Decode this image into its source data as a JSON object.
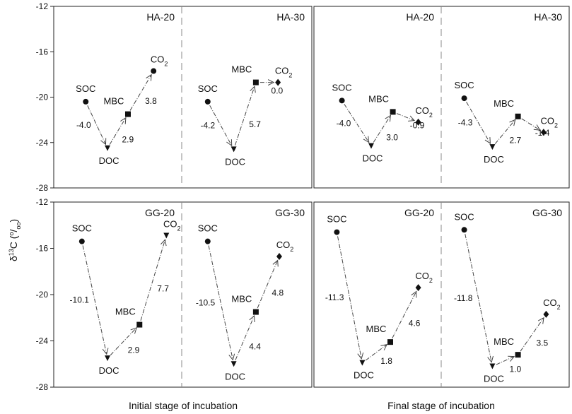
{
  "figure": {
    "y_axis_label": "δ13C (‰)",
    "x_labels": [
      "Initial stage of incubation",
      "Final stage of incubation"
    ],
    "y_ticks": [
      "-12",
      "-16",
      "-20",
      "-24",
      "-28"
    ]
  },
  "chart_data": [
    {
      "type": "scatter",
      "row": "HA",
      "stage": "Initial stage of incubation",
      "ylim": [
        -28,
        -12
      ],
      "grid": false,
      "legend": "none",
      "panels": [
        {
          "title": "HA-20",
          "nodes": [
            {
              "label": "SOC",
              "y": -20.4,
              "marker": "circle"
            },
            {
              "label": "DOC",
              "y": -24.5,
              "marker": "triangle-down"
            },
            {
              "label": "MBC",
              "y": -21.5,
              "marker": "square"
            },
            {
              "label": "CO2",
              "y": -17.7,
              "marker": "circle"
            }
          ],
          "arrows": [
            {
              "from": "SOC",
              "to": "DOC",
              "value": "-4.0"
            },
            {
              "from": "DOC",
              "to": "MBC",
              "value": "2.9"
            },
            {
              "from": "MBC",
              "to": "CO2",
              "value": "3.8"
            }
          ]
        },
        {
          "title": "HA-30",
          "nodes": [
            {
              "label": "SOC",
              "y": -20.4,
              "marker": "circle"
            },
            {
              "label": "DOC",
              "y": -24.6,
              "marker": "triangle-down"
            },
            {
              "label": "MBC",
              "y": -18.7,
              "marker": "square"
            },
            {
              "label": "CO2",
              "y": -18.7,
              "marker": "diamond"
            }
          ],
          "arrows": [
            {
              "from": "SOC",
              "to": "DOC",
              "value": "-4.2"
            },
            {
              "from": "DOC",
              "to": "MBC",
              "value": "5.7"
            },
            {
              "from": "MBC",
              "to": "CO2",
              "value": "0.0"
            }
          ]
        }
      ]
    },
    {
      "type": "scatter",
      "row": "HA",
      "stage": "Final stage of incubation",
      "ylim": [
        -28,
        -12
      ],
      "grid": false,
      "legend": "none",
      "panels": [
        {
          "title": "HA-20",
          "nodes": [
            {
              "label": "SOC",
              "y": -20.3,
              "marker": "circle"
            },
            {
              "label": "DOC",
              "y": -24.3,
              "marker": "triangle-down"
            },
            {
              "label": "MBC",
              "y": -21.3,
              "marker": "square"
            },
            {
              "label": "CO2",
              "y": -22.2,
              "marker": "diamond"
            }
          ],
          "arrows": [
            {
              "from": "SOC",
              "to": "DOC",
              "value": "-4.0"
            },
            {
              "from": "DOC",
              "to": "MBC",
              "value": "3.0"
            },
            {
              "from": "MBC",
              "to": "CO2",
              "value": "-0.9"
            }
          ]
        },
        {
          "title": "HA-30",
          "nodes": [
            {
              "label": "SOC",
              "y": -20.1,
              "marker": "circle"
            },
            {
              "label": "DOC",
              "y": -24.4,
              "marker": "triangle-down"
            },
            {
              "label": "MBC",
              "y": -21.7,
              "marker": "square"
            },
            {
              "label": "CO2",
              "y": -23.1,
              "marker": "diamond"
            }
          ],
          "arrows": [
            {
              "from": "SOC",
              "to": "DOC",
              "value": "-4.3"
            },
            {
              "from": "DOC",
              "to": "MBC",
              "value": "2.7"
            },
            {
              "from": "MBC",
              "to": "CO2",
              "value": "-1.4"
            }
          ]
        }
      ]
    },
    {
      "type": "scatter",
      "row": "GG",
      "stage": "Initial stage of incubation",
      "ylim": [
        -28,
        -12
      ],
      "grid": false,
      "legend": "none",
      "panels": [
        {
          "title": "GG-20",
          "nodes": [
            {
              "label": "SOC",
              "y": -15.4,
              "marker": "circle"
            },
            {
              "label": "DOC",
              "y": -25.5,
              "marker": "triangle-down"
            },
            {
              "label": "MBC",
              "y": -22.6,
              "marker": "square"
            },
            {
              "label": "CO2",
              "y": -14.9,
              "marker": "triangle-down"
            }
          ],
          "arrows": [
            {
              "from": "SOC",
              "to": "DOC",
              "value": "-10.1"
            },
            {
              "from": "DOC",
              "to": "MBC",
              "value": "2.9"
            },
            {
              "from": "MBC",
              "to": "CO2",
              "value": "7.7"
            }
          ]
        },
        {
          "title": "GG-30",
          "nodes": [
            {
              "label": "SOC",
              "y": -15.4,
              "marker": "circle"
            },
            {
              "label": "DOC",
              "y": -26.0,
              "marker": "triangle-down"
            },
            {
              "label": "MBC",
              "y": -21.5,
              "marker": "square"
            },
            {
              "label": "CO2",
              "y": -16.7,
              "marker": "diamond"
            }
          ],
          "arrows": [
            {
              "from": "SOC",
              "to": "DOC",
              "value": "-10.5"
            },
            {
              "from": "DOC",
              "to": "MBC",
              "value": "4.4"
            },
            {
              "from": "MBC",
              "to": "CO2",
              "value": "4.8"
            }
          ]
        }
      ]
    },
    {
      "type": "scatter",
      "row": "GG",
      "stage": "Final stage of incubation",
      "ylim": [
        -28,
        -12
      ],
      "grid": false,
      "legend": "none",
      "panels": [
        {
          "title": "GG-20",
          "nodes": [
            {
              "label": "SOC",
              "y": -14.6,
              "marker": "circle"
            },
            {
              "label": "DOC",
              "y": -25.9,
              "marker": "triangle-down"
            },
            {
              "label": "MBC",
              "y": -24.1,
              "marker": "square"
            },
            {
              "label": "CO2",
              "y": -19.4,
              "marker": "diamond"
            }
          ],
          "arrows": [
            {
              "from": "SOC",
              "to": "DOC",
              "value": "-11.3"
            },
            {
              "from": "DOC",
              "to": "MBC",
              "value": "1.8"
            },
            {
              "from": "MBC",
              "to": "CO2",
              "value": "4.6"
            }
          ]
        },
        {
          "title": "GG-30",
          "nodes": [
            {
              "label": "SOC",
              "y": -14.4,
              "marker": "circle"
            },
            {
              "label": "DOC",
              "y": -26.2,
              "marker": "triangle-down"
            },
            {
              "label": "MBC",
              "y": -25.2,
              "marker": "square"
            },
            {
              "label": "CO2",
              "y": -21.7,
              "marker": "diamond"
            }
          ],
          "arrows": [
            {
              "from": "SOC",
              "to": "DOC",
              "value": "-11.8"
            },
            {
              "from": "DOC",
              "to": "MBC",
              "value": "1.0"
            },
            {
              "from": "MBC",
              "to": "CO2",
              "value": "3.5"
            }
          ]
        }
      ]
    }
  ]
}
